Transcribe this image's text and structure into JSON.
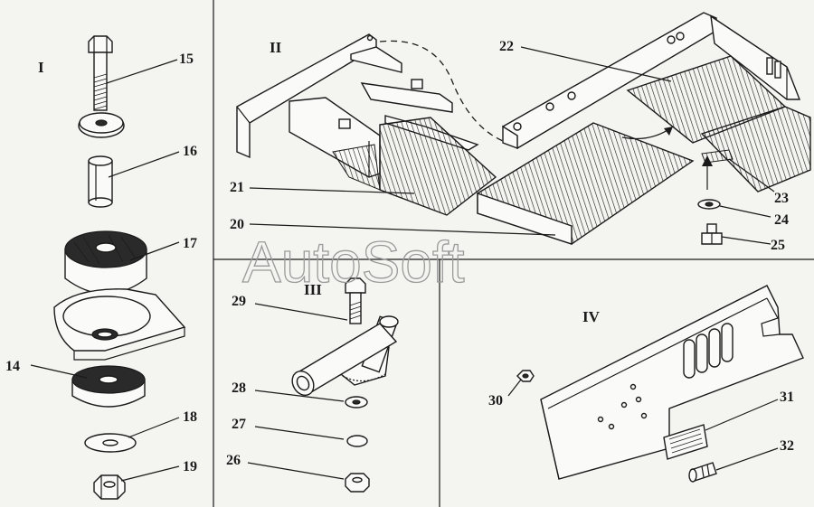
{
  "watermark": "AutoSoft",
  "sections": {
    "s1": "I",
    "s2": "II",
    "s3": "III",
    "s4": "IV"
  },
  "callouts": {
    "c14": "14",
    "c15": "15",
    "c16": "16",
    "c17": "17",
    "c18": "18",
    "c19": "19",
    "c20": "20",
    "c21": "21",
    "c22": "22",
    "c23": "23",
    "c24": "24",
    "c25": "25",
    "c26": "26",
    "c27": "27",
    "c28": "28",
    "c29": "29",
    "c30": "30",
    "c31": "31",
    "c32": "32"
  },
  "colors": {
    "ink": "#1a1a1a",
    "paper": "#f4f4f1",
    "watermark": "#9a9a9a"
  }
}
